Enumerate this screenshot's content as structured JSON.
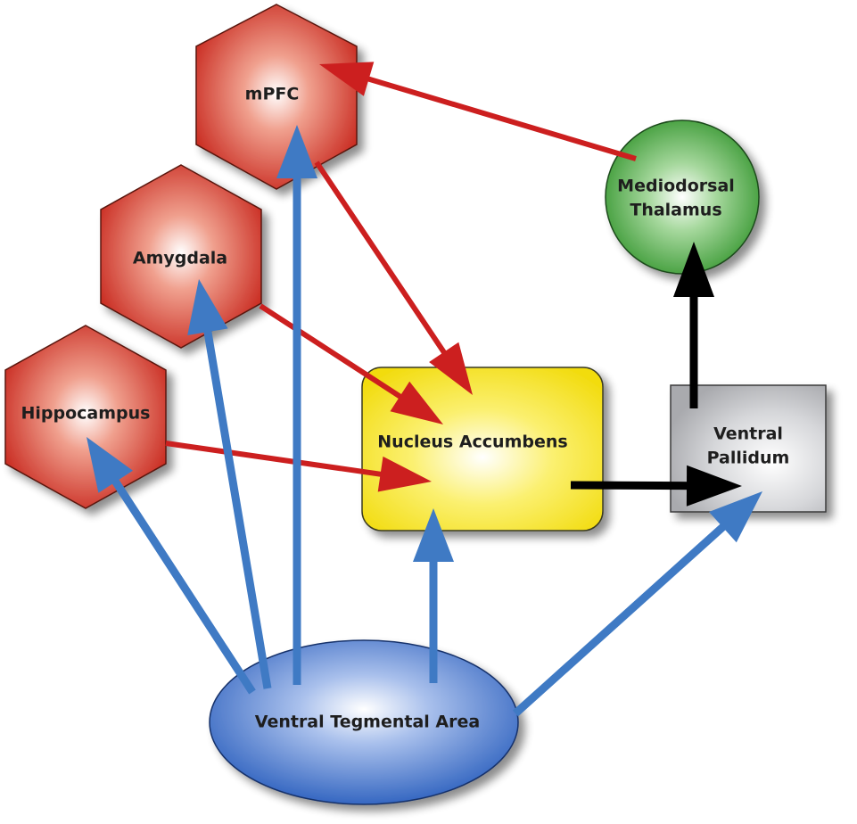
{
  "nodes": {
    "mpfc": "mPFC",
    "amygdala": "Amygdala",
    "hippocampus": "Hippocampus",
    "nucleus_accumbens": "Nucleus Accumbens",
    "ventral_pallidum": [
      "Ventral",
      "Pallidum"
    ],
    "mediodorsal_thalamus": [
      "Mediodorsal",
      "Thalamus"
    ],
    "ventral_tegmental_area": "Ventral Tegmental Area"
  },
  "edges": [
    {
      "from": "mediodorsal_thalamus",
      "to": "mpfc",
      "color": "red"
    },
    {
      "from": "mpfc",
      "to": "nucleus_accumbens",
      "color": "red"
    },
    {
      "from": "amygdala",
      "to": "nucleus_accumbens",
      "color": "red"
    },
    {
      "from": "hippocampus",
      "to": "nucleus_accumbens",
      "color": "red"
    },
    {
      "from": "nucleus_accumbens",
      "to": "ventral_pallidum",
      "color": "black"
    },
    {
      "from": "ventral_pallidum",
      "to": "mediodorsal_thalamus",
      "color": "black"
    },
    {
      "from": "ventral_tegmental_area",
      "to": "hippocampus",
      "color": "blue"
    },
    {
      "from": "ventral_tegmental_area",
      "to": "amygdala",
      "color": "blue"
    },
    {
      "from": "ventral_tegmental_area",
      "to": "mpfc",
      "color": "blue"
    },
    {
      "from": "ventral_tegmental_area",
      "to": "nucleus_accumbens",
      "color": "blue"
    },
    {
      "from": "ventral_tegmental_area",
      "to": "ventral_pallidum",
      "color": "blue"
    }
  ],
  "colors": {
    "red": "#cc1f1f",
    "blue": "#3f7ac4",
    "black": "#000000",
    "hexagon": "#d83a2a",
    "accumbens": "#f3df1c",
    "pallidum": "#b7b8bc",
    "thalamus": "#3e9a3a",
    "vta": "#3567c0"
  }
}
